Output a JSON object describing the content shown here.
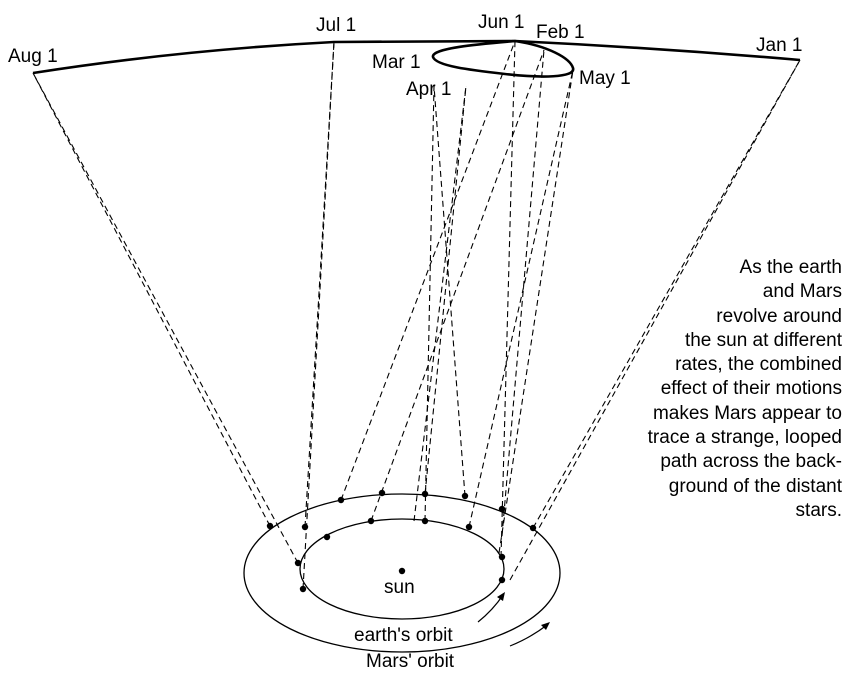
{
  "date_labels": {
    "aug1": "Aug 1",
    "jul1": "Jul 1",
    "jun1": "Jun 1",
    "feb1": "Feb 1",
    "jan1": "Jan 1",
    "mar1": "Mar 1",
    "apr1": "Apr 1",
    "may1": "May 1"
  },
  "body_labels": {
    "sun": "sun",
    "earth_orbit": "earth's orbit",
    "mars_orbit": "Mars' orbit"
  },
  "caption": {
    "lines": [
      "As the earth",
      "and Mars",
      "revolve around",
      "the sun at different",
      "rates, the combined",
      "effect of their motions",
      "makes Mars appear to",
      "trace a strange, looped",
      "path across the back-",
      "ground of the distant",
      "stars."
    ]
  }
}
